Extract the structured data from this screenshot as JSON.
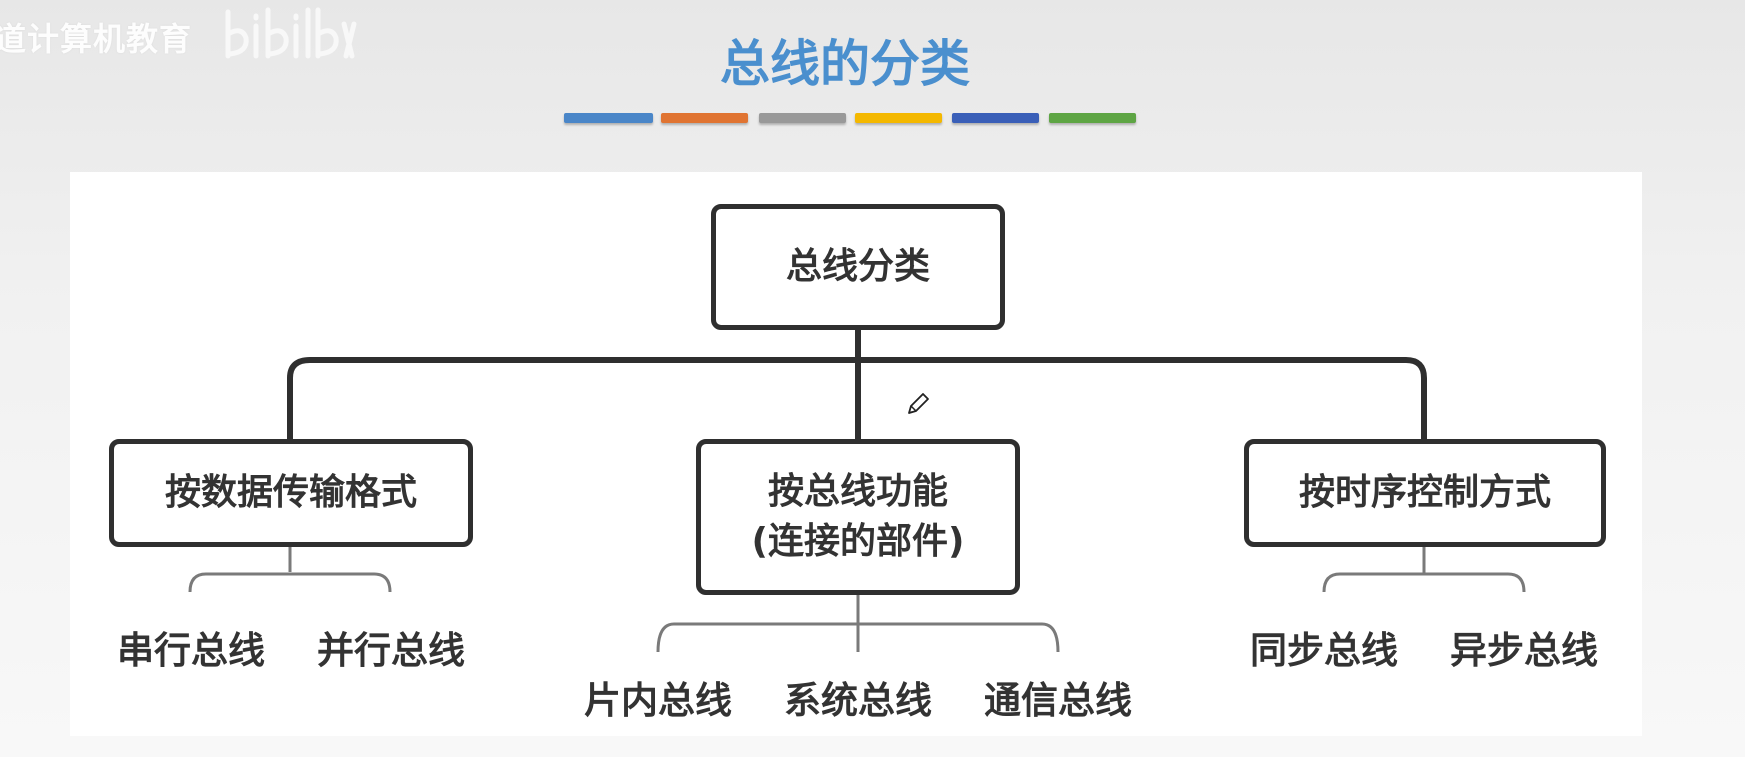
{
  "watermark": {
    "text": "道计算机教育"
  },
  "page": {
    "title": "总线的分类"
  },
  "colors": {
    "title": "#4a8fce",
    "bars": [
      "#4a86c8",
      "#e07432",
      "#999999",
      "#f4b800",
      "#3a5fb8",
      "#5ea544"
    ]
  },
  "diagram": {
    "root": "总线分类",
    "categories": [
      {
        "label": "按数据传输格式",
        "children": [
          "串行总线",
          "并行总线"
        ]
      },
      {
        "label_line1": "按总线功能",
        "label_line2": "(连接的部件)",
        "children": [
          "片内总线",
          "系统总线",
          "通信总线"
        ]
      },
      {
        "label": "按时序控制方式",
        "children": [
          "同步总线",
          "异步总线"
        ]
      }
    ]
  },
  "cursor_icon": "pencil-icon"
}
